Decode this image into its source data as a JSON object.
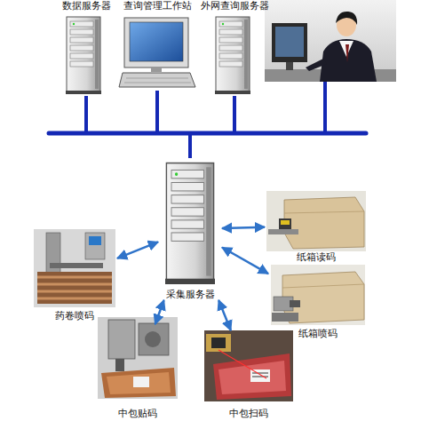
{
  "diagram": {
    "nodes": [
      {
        "text": [
          "数据服务器"
        ]
      },
      {
        "text": [
          "查询管理工作站"
        ]
      },
      {
        "text": [
          "外网查询服务器"
        ]
      },
      {
        "text": [
          "采集服务器"
        ]
      },
      {
        "text": [
          "纸箱读码"
        ]
      },
      {
        "text": [
          "纸箱喷码"
        ]
      },
      {
        "text": [
          "中包扫码"
        ]
      },
      {
        "text": [
          "中包贴码"
        ]
      },
      {
        "text": [
          "药卷喷码"
        ]
      }
    ],
    "edges": [
      {
        "from": 0,
        "to": 3,
        "arrow": "none"
      },
      {
        "from": 1,
        "to": 3,
        "arrow": "none"
      },
      {
        "from": 2,
        "to": 3,
        "arrow": "none"
      },
      {
        "from": 3,
        "to": 4,
        "arrow": "both"
      },
      {
        "from": 3,
        "to": 5,
        "arrow": "both"
      },
      {
        "from": 3,
        "to": 6,
        "arrow": "both"
      },
      {
        "from": 3,
        "to": 7,
        "arrow": "both"
      },
      {
        "from": 3,
        "to": 8,
        "arrow": "both"
      }
    ]
  }
}
